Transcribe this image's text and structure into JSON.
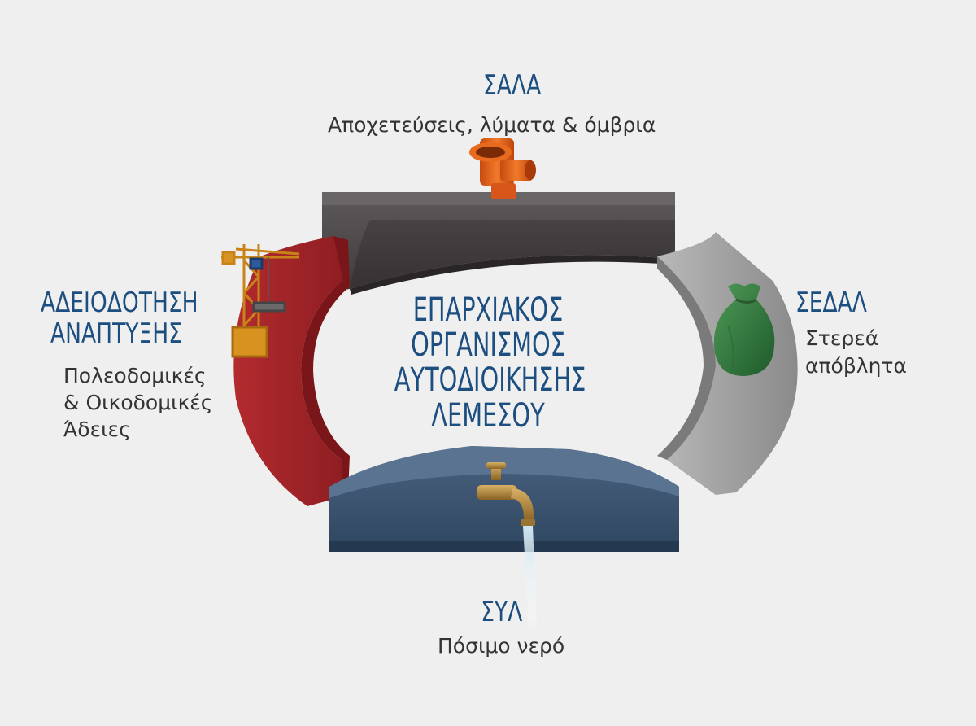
{
  "center": {
    "lines": [
      "ΕΠΑΡΧΙΑΚΟΣ",
      "ΟΡΓΑΝΙΣΜΟΣ",
      "ΑΥΤΟΔΙΟΙΚΗΣΗΣ",
      "ΛΕΜΕΣΟΥ"
    ]
  },
  "segments": {
    "top": {
      "title": "ΣΑΛΑ",
      "subtitle": "Αποχετεύσεις, λύματα & όμβρια",
      "icon": "pipe-elbow-icon",
      "color": "#4a4647"
    },
    "right": {
      "title": "ΣΕΔΑΛ",
      "subtitle": [
        "Στερεά",
        "απόβλητα"
      ],
      "icon": "garbage-bag-icon",
      "color": "#9b9b9b"
    },
    "bottom": {
      "title": "ΣΥΛ",
      "subtitle": "Πόσιμο νερό",
      "icon": "water-tap-icon",
      "color": "#3d5470"
    },
    "left": {
      "title": [
        "ΑΔΕΙΟΔΟΤΗΣΗ",
        "ΑΝΑΠΤΥΞΗΣ"
      ],
      "subtitle": [
        "Πολεοδομικές",
        "& Οικοδομικές",
        "Άδειες"
      ],
      "icon": "construction-crane-icon",
      "color": "#a8262a"
    }
  }
}
